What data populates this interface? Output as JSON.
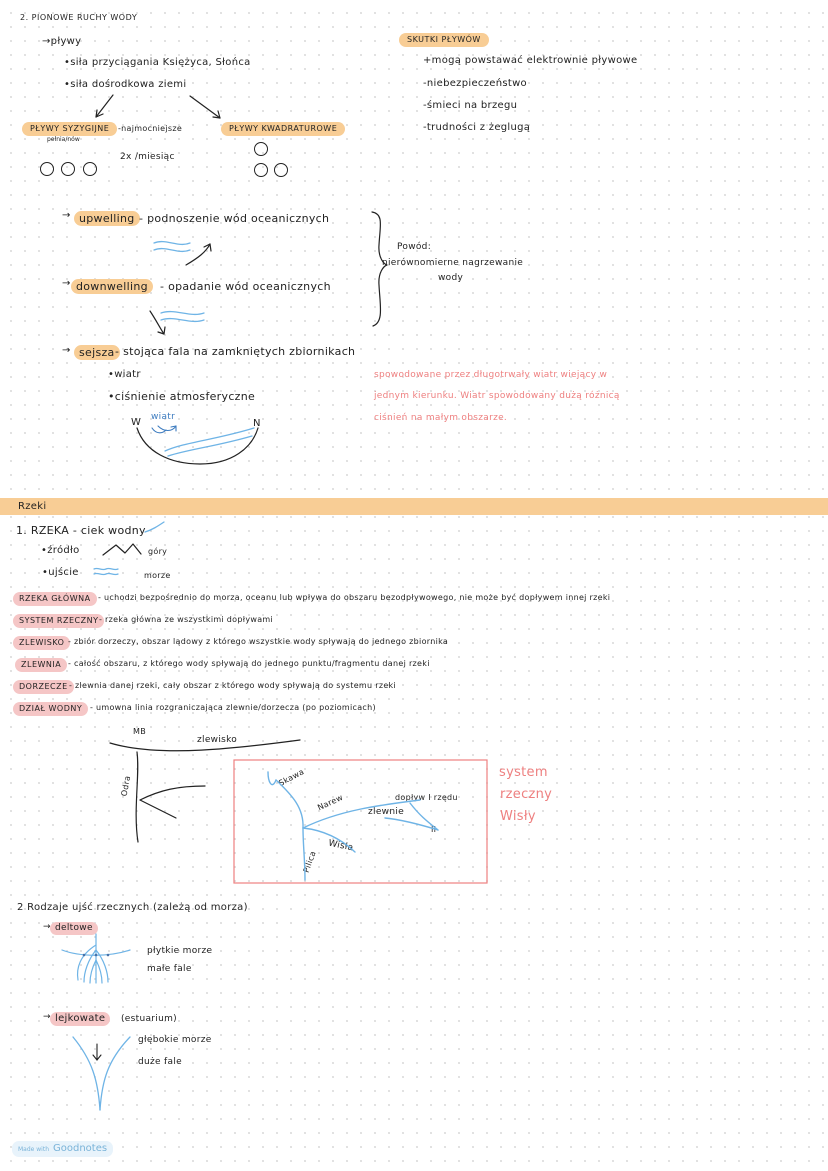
{
  "section1": {
    "heading": "2. PIONOWE RUCHY WODY",
    "tides": "→pływy",
    "force1": "•siła przyciągania Księżyca, Słońca",
    "force2": "•siła dośrodkowa ziemi",
    "syzygy_label": "PŁYWY SYZYGIJNE",
    "syzygy_note": "-najmocniejsze",
    "syzygy_sub": "pełnia/nów",
    "frequency": "2x /miesiąc",
    "quadrature_label": "PŁYWY KWADRATUROWE"
  },
  "effects": {
    "title": "SKUTKI PŁYWÓW",
    "items": [
      "+mogą powstawać elektrownie pływowe",
      "-niebezpieczeństwo",
      "-śmieci na brzegu",
      "-trudności z żeglugą"
    ]
  },
  "currents": {
    "upwelling_label": "upwelling",
    "upwelling_desc": "- podnoszenie wód oceanicznych",
    "downwelling_label": "downwelling",
    "downwelling_desc": "- opadanie wód oceanicznych",
    "cause_title": "Powód:",
    "cause_line1": "nierównomierne nagrzewanie",
    "cause_line2": "wody"
  },
  "seiche": {
    "label": "sejsza",
    "desc": "- stojąca fala na zamkniętych zbiornikach",
    "item1": "•wiatr",
    "item2": "•ciśnienie atmosferyczne",
    "west": "W",
    "east": "N",
    "wind": "wiatr",
    "note_line1": "spowodowane przez długotrwały wiatr wiejący w",
    "note_line2": "jednym kierunku. Wiatr spowodowany dużą różnicą",
    "note_line3": "ciśnień na małym obszarze."
  },
  "rivers": {
    "band_title": "Rzeki",
    "river_heading": "1. RZEKA - ciek wodny",
    "source": "•źródło",
    "source_note": "góry",
    "mouth": "•ujście",
    "mouth_note": "morze",
    "definitions": [
      {
        "term": "RZEKA GŁÓWNA",
        "desc": "- uchodzi bezpośrednio do morza, oceanu lub wpływa do obszaru bezodpływowego, nie może być dopływem innej rzeki"
      },
      {
        "term": "SYSTEM RZECZNY",
        "desc": "- rzeka główna ze wszystkimi dopływami"
      },
      {
        "term": "ZLEWISKO",
        "desc": "- zbiór dorzeczy, obszar lądowy z którego wszystkie wody spływają do jednego zbiornika"
      },
      {
        "term": "ZLEWNIA",
        "desc": "- całość obszaru, z którego wody spływają do jednego punktu/fragmentu danej rzeki"
      },
      {
        "term": "DORZECZE",
        "desc": "- zlewnia danej rzeki, cały obszar z którego wody spływają do systemu rzeki"
      },
      {
        "term": "DZIAŁ WODNY",
        "desc": "- umowna linia rozgraniczająca zlewnie/dorzecza (po poziomicach)"
      }
    ]
  },
  "diagram": {
    "mb": "MB",
    "basin": "zlewisko",
    "odra": "Odra",
    "skawa": "Skawa",
    "dopływ": "dopływ I rzędu",
    "narew": "Narew",
    "zlewnie": "zlewnie",
    "ii": "II",
    "wisla": "Wisła",
    "pilica": "Pilica",
    "system_line1": "system",
    "system_line2": "rzeczny",
    "system_line3": "Wisły"
  },
  "mouths": {
    "heading": "2 Rodzaje ujść rzecznych (zależą od morza)",
    "delta_label": "deltowe",
    "delta_note1": "płytkie morze",
    "delta_note2": "małe fale",
    "estuary_label": "lejkowate",
    "estuary_paren": "(estuarium)",
    "estuary_note1": "głębokie morze",
    "estuary_note2": "duże fale"
  },
  "badge": {
    "made_with": "Made with",
    "brand": "Goodnotes"
  }
}
